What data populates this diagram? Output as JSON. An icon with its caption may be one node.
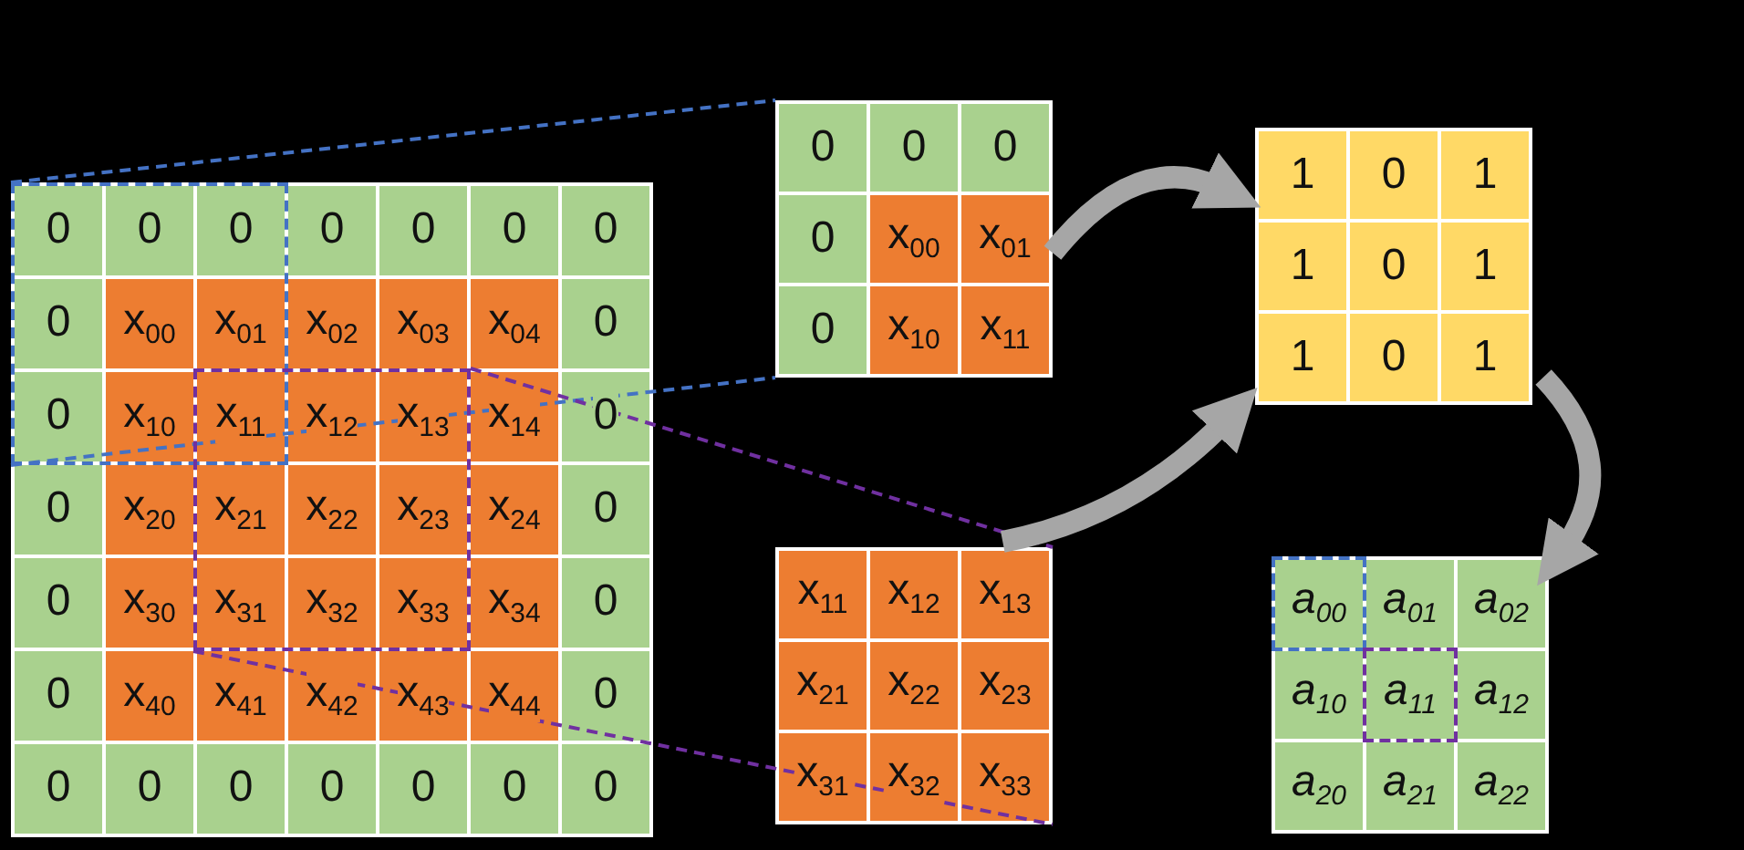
{
  "diagram": {
    "nodes": [
      {
        "text": [
          "0",
          "0",
          "0",
          "0",
          "0",
          "0",
          "0",
          "0",
          "x$_{00}$",
          "x$_{01}$",
          "x$_{02}$",
          "x$_{03}$",
          "x$_{04}$",
          "0",
          "0",
          "x$_{10}$",
          "x$_{11}$",
          "x$_{12}$",
          "x$_{13}$",
          "x$_{14}$",
          "0",
          "0",
          "x$_{20}$",
          "x$_{21}$",
          "x$_{22}$",
          "x$_{23}$",
          "x$_{24}$",
          "0",
          "0",
          "x$_{30}$",
          "x$_{31}$",
          "x$_{32}$",
          "x$_{33}$",
          "x$_{34}$",
          "0",
          "0",
          "x$_{40}$",
          "x$_{41}$",
          "x$_{42}$",
          "x$_{43}$",
          "x$_{44}$",
          "0",
          "0",
          "0",
          "0",
          "0",
          "0",
          "0",
          "0"
        ]
      },
      {
        "text": [
          "0",
          "0",
          "0",
          "0",
          "x$_{00}$",
          "x$_{01}$",
          "0",
          "x$_{10}$",
          "x$_{11}$"
        ]
      },
      {
        "text": [
          "1",
          "0",
          "1",
          "1",
          "0",
          "1",
          "1",
          "0",
          "1"
        ]
      },
      {
        "text": [
          "x$_{11}$",
          "x$_{12}$",
          "x$_{13}$",
          "x$_{21}$",
          "x$_{22}$",
          "x$_{23}$",
          "x$_{31}$",
          "x$_{32}$",
          "x$_{33}$"
        ]
      },
      {
        "text": [
          "a$_{00}$",
          "a$_{01}$",
          "a$_{02}$",
          "a$_{10}$",
          "a$_{11}$",
          "a$_{12}$",
          "a$_{20}$",
          "a$_{21}$",
          "a$_{22}$"
        ]
      }
    ],
    "edges": [
      {
        "from": 0,
        "to": 1,
        "arrow": "none",
        "style": "dashed",
        "color": "#4472c4"
      },
      {
        "from": 0,
        "to": 1,
        "arrow": "none",
        "style": "dashed",
        "color": "#4472c4"
      },
      {
        "from": 0,
        "to": 3,
        "arrow": "none",
        "style": "dashed",
        "color": "#7030a0"
      },
      {
        "from": 0,
        "to": 3,
        "arrow": "none",
        "style": "dashed",
        "color": "#7030a0"
      },
      {
        "from": 1,
        "to": 2,
        "arrow": "to",
        "style": "thick"
      },
      {
        "from": 3,
        "to": 2,
        "arrow": "to",
        "style": "thick"
      },
      {
        "from": 2,
        "to": 4,
        "arrow": "to",
        "style": "thick"
      }
    ]
  }
}
